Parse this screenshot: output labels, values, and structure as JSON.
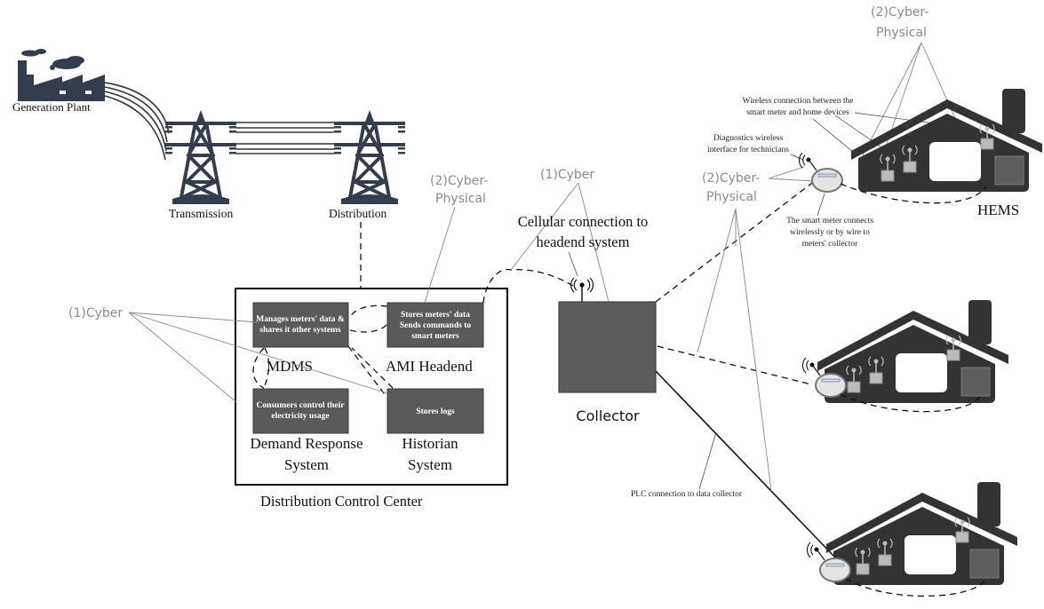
{
  "figure": {
    "power_chain": {
      "generation_label": "Generation Plant",
      "transmission_label": "Transmission",
      "distribution_label": "Distribution"
    },
    "control_center": {
      "title": "Distribution Control Center",
      "systems": [
        {
          "name": "MDMS",
          "description_lines": [
            "Manages meters' data &",
            "shares it other systems"
          ]
        },
        {
          "name": "AMI Headend",
          "description_lines": [
            "Stores meters' data",
            "Sends commands to",
            "smart meters"
          ]
        },
        {
          "name_lines": [
            "Demand Response",
            "System"
          ],
          "description_lines": [
            "Consumers control their",
            "electricity usage"
          ]
        },
        {
          "name_lines": [
            "Historian",
            "System"
          ],
          "description_lines": [
            "Stores logs"
          ]
        }
      ]
    },
    "collector": {
      "label": "Collector",
      "cellular_note_lines": [
        "Cellular connection to",
        "headend system"
      ],
      "plc_note": "PLC connection to data collector"
    },
    "homes": {
      "hems_label": "HEMS",
      "wireless_note_lines": [
        "Wireless connection between the",
        "smart meter and home devices"
      ],
      "diagnostics_note_lines": [
        "Diagnostics wireless",
        "interface for  technicians"
      ],
      "meter_note_lines": [
        "The smart meter connects",
        "wirelessly or by wire to",
        "meters' collector"
      ]
    },
    "annotations": {
      "cyber_lines": [
        "(1)Cyber"
      ],
      "cyber_physical_lines": [
        "(2)Cyber-",
        "Physical"
      ]
    },
    "colors": {
      "icon_dark": "#343d4b",
      "box_fill": "#5a5a5a",
      "house_fill": "#333333",
      "annotation_gray": "#8a8a8a"
    }
  }
}
